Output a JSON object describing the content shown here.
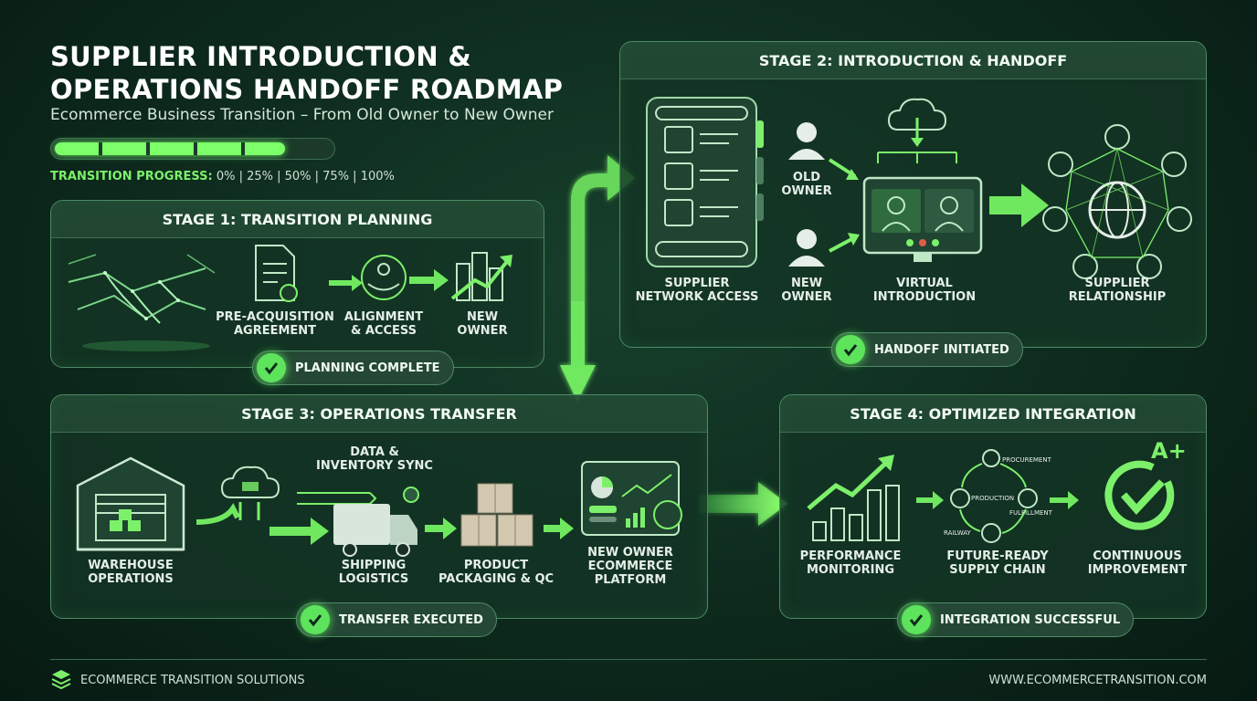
{
  "header": {
    "title_line1": "SUPPLIER INTRODUCTION &",
    "title_line2": "OPERATIONS HANDOFF ROADMAP",
    "subtitle": "Ecommerce Business Transition – From Old Owner to New Owner",
    "progress_label": "TRANSITION PROGRESS:",
    "progress_steps": "0% | 25% | 50% | 75% | 100%",
    "progress_fraction": 0.83
  },
  "stage1": {
    "title": "STAGE 1: TRANSITION PLANNING",
    "items": [
      "PRE-ACQUISITION\nAGREEMENT",
      "ALIGNMENT\n& ACCESS",
      "NEW\nOWNER"
    ],
    "badge": "PLANNING COMPLETE"
  },
  "stage2": {
    "title": "STAGE 2: INTRODUCTION & HANDOFF",
    "items": [
      "SUPPLIER\nNETWORK ACCESS",
      "OLD\nOWNER",
      "NEW\nOWNER",
      "VIRTUAL\nINTRODUCTION",
      "SUPPLIER\nRELATIONSHIP"
    ],
    "badge": "HANDOFF INITIATED"
  },
  "stage3": {
    "title": "STAGE 3: OPERATIONS TRANSFER",
    "items": [
      "WAREHOUSE\nOPERATIONS",
      "DATA &\nINVENTORY SYNC",
      "SHIPPING\nLOGISTICS",
      "PRODUCT\nPACKAGING & QC",
      "NEW OWNER\nECOMMERCE\nPLATFORM"
    ],
    "badge": "TRANSFER EXECUTED"
  },
  "stage4": {
    "title": "STAGE 4: OPTIMIZED INTEGRATION",
    "items": [
      "PERFORMANCE\nMONITORING",
      "FUTURE-READY\nSUPPLY CHAIN",
      "CONTINUOUS\nIMPROVEMENT"
    ],
    "cycle_labels": [
      "PROCUREMENT",
      "PRODUCTION",
      "FULFILLMENT",
      "RAILWAY"
    ],
    "grade": "A+",
    "badge": "INTEGRATION SUCCESSFUL"
  },
  "footer": {
    "brand": "ECOMMERCE TRANSITION SOLUTIONS",
    "url": "WWW.ECOMMERCETRANSITION.COM"
  },
  "colors": {
    "accent": "#7cf06a",
    "background": "#0d2a1d",
    "panel": "#143424"
  },
  "icons": [
    "handshake-icon",
    "contract-icon",
    "gears-handshake-icon",
    "growth-buildings-icon",
    "supplier-directory-icon",
    "person-icon",
    "cloud-download-icon",
    "video-call-icon",
    "globe-network-icon",
    "warehouse-icon",
    "cloud-sync-icon",
    "truck-icon",
    "boxes-icon",
    "dashboard-icon",
    "growth-chart-icon",
    "cycle-icon",
    "check-grade-icon",
    "brand-logo-icon"
  ]
}
